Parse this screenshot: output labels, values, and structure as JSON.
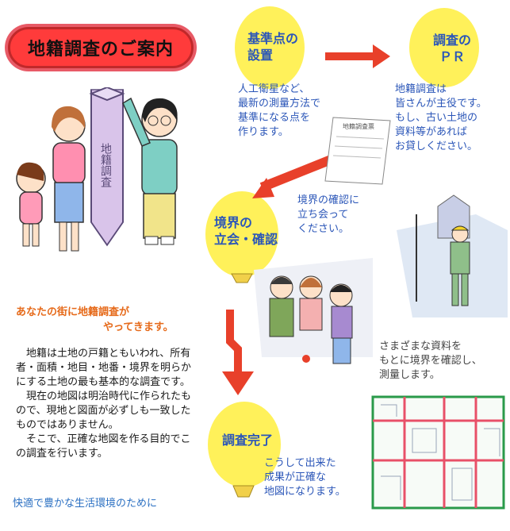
{
  "title": "地籍調査のご案内",
  "tagline": [
    "あなたの街に地籍調査が",
    "やってきます。"
  ],
  "intro_paragraphs": [
    "地籍は土地の戸籍ともいわれ、所有者・面積・地目・地番・境界を明らかにする土地の最も基本的な調査です。",
    "現在の地図は明治時代に作られたもので、現地と図面が必ずしも一致したものではありません。",
    "そこで、正確な地図を作る目的でこの調査を行います。"
  ],
  "slogan": "快適で豊かな生活環境のために",
  "steps": [
    {
      "label": [
        "基準点の",
        "設置"
      ],
      "desc": [
        "人工衛星など、",
        "最新の測量方法で",
        "基準になる点を",
        "作ります。"
      ]
    },
    {
      "label": [
        "調査の",
        "ＰＲ"
      ],
      "desc": [
        "地籍調査は",
        "皆さんが主役です。",
        "もし、古い土地の",
        "資料等があれば",
        "お貸しください。"
      ]
    },
    {
      "label": [
        "境界の",
        "立会・確認"
      ],
      "desc": [
        "境界の確認に",
        "立ち会って",
        "ください。"
      ]
    },
    {
      "label": [
        "調査完了"
      ],
      "desc": [
        "こうして出来た",
        "成果が正確な",
        "地図になります。"
      ]
    }
  ],
  "survey_note": [
    "さまざまな資料を",
    "もとに境界を確認し、",
    "測量します。"
  ],
  "post_text": "地籍調査",
  "form_heading": "地籍調査票",
  "colors": {
    "bulb": "#fff15a",
    "arrow": "#e8402a",
    "blue_arrow": "#3b5fd0",
    "accent_blue": "#2b56b8",
    "orange": "#e66a1a"
  }
}
